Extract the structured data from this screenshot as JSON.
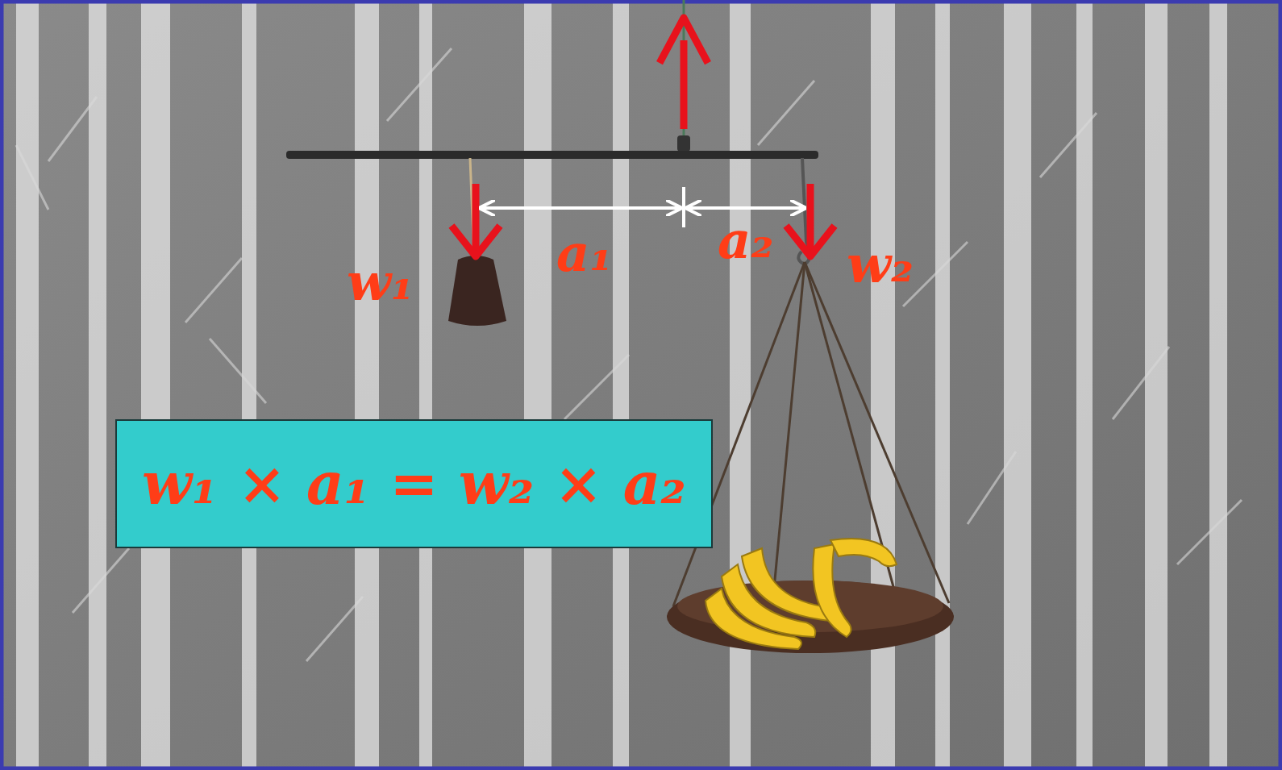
{
  "diagram": {
    "nodes": [
      {
        "text": [
          "w₁ × a₁ = w₂ × a₂"
        ]
      }
    ],
    "labels": [
      "w₁",
      "a₁",
      "a₂",
      "w₂"
    ]
  }
}
